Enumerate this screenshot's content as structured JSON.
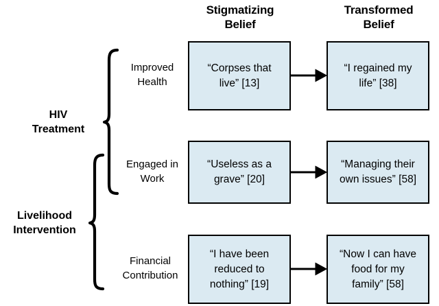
{
  "figure": {
    "type": "flow-diagram",
    "background_color": "#ffffff",
    "box_fill_color": "#dbeaf2",
    "box_border_color": "#000000",
    "text_color": "#000000"
  },
  "columns": [
    {
      "id": "stigmatizing",
      "label": "Stigmatizing\nBelief"
    },
    {
      "id": "transformed",
      "label": "Transformed\nBelief"
    }
  ],
  "groups": [
    {
      "id": "hiv-treatment",
      "label": "HIV\nTreatment"
    },
    {
      "id": "livelihood-intervention",
      "label": "Livelihood\nIntervention"
    }
  ],
  "rows": [
    {
      "id": "improved-health",
      "outcome": "Improved\nHealth",
      "stigmatizing_belief": "“Corpses that\nlive” [13]",
      "transformed_belief": "“I regained my\nlife” [38]"
    },
    {
      "id": "engaged-in-work",
      "outcome": "Engaged in\nWork",
      "stigmatizing_belief": "“Useless as a\ngrave” [20]",
      "transformed_belief": "“Managing their\nown issues” [58]"
    },
    {
      "id": "financial-contribution",
      "outcome": "Financial\nContribution",
      "stigmatizing_belief": "“I have been\nreduced to\nnothing” [19]",
      "transformed_belief": "“Now I can have\nfood for my\nfamily” [58]"
    }
  ]
}
